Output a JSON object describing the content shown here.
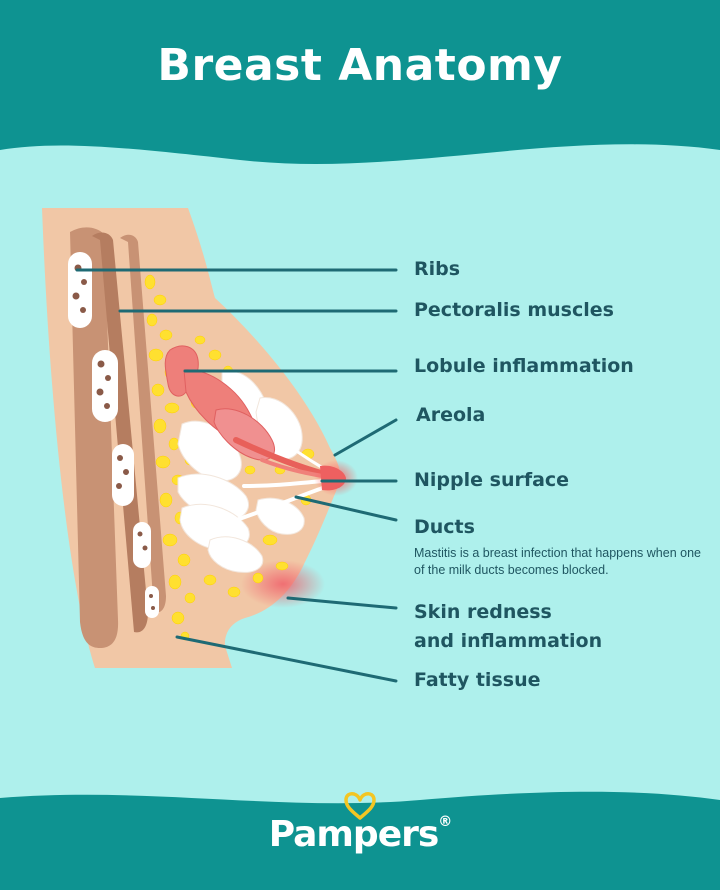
{
  "title": "Breast Anatomy",
  "colors": {
    "teal": "#0e9391",
    "background": "#aef0ec",
    "label_text": "#1f5661",
    "skin": "#f1c7a6",
    "muscle": "#c89274",
    "fat": "#ffe030",
    "lobule": "#ee7f7a",
    "logo_heart": "#f3c623"
  },
  "labels": {
    "ribs": "Ribs",
    "pectoralis": "Pectoralis muscles",
    "lobule": "Lobule inflammation",
    "areola": "Areola",
    "nipple": "Nipple surface",
    "ducts": "Ducts",
    "ducts_note": "Mastitis is a breast infection that happens when one of the milk ducts becomes blocked.",
    "redness_line1": "Skin redness",
    "redness_line2": "and inflammation",
    "fatty": "Fatty tissue"
  },
  "brand": {
    "name": "Pampers",
    "mark": "®",
    "icon": "heart-logo-icon"
  }
}
